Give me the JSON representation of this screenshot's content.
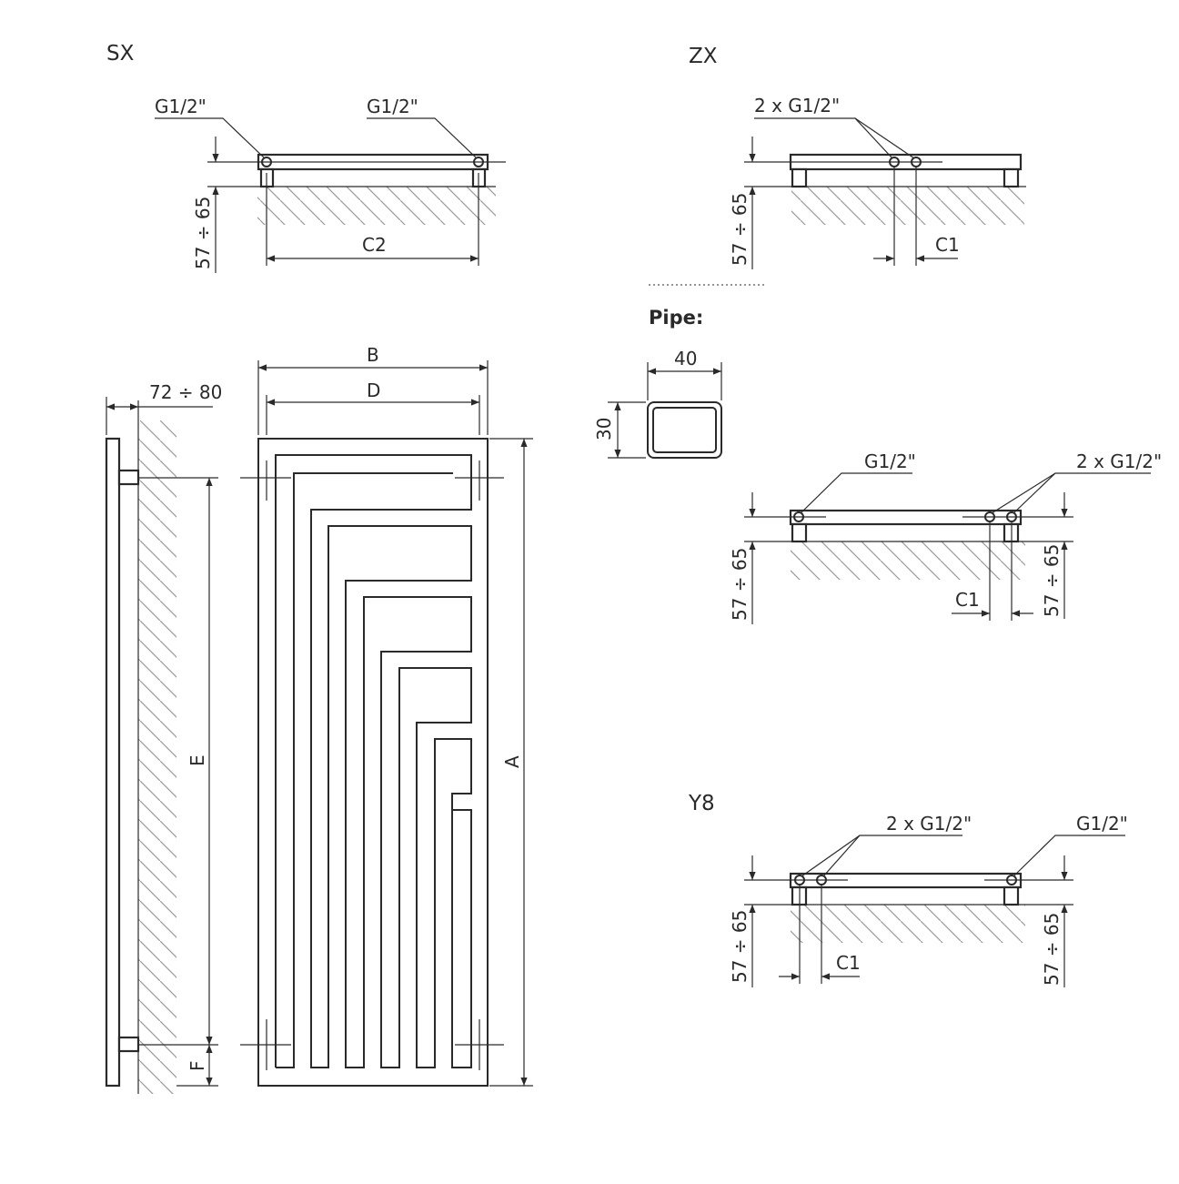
{
  "sections": {
    "sx": {
      "title": "SX",
      "left_port": "G1/2\"",
      "right_port": "G1/2\"",
      "height": "57 ÷ 65",
      "spacing": "C2"
    },
    "zx": {
      "title": "ZX",
      "ports": "2 x G1/2\"",
      "height": "57 ÷ 65",
      "spacing": "C1"
    },
    "pipe": {
      "label": "Pipe:",
      "width": "40",
      "height": "30"
    },
    "mixed": {
      "left_port": "G1/2\"",
      "right_ports": "2 x G1/2\"",
      "height_left": "57 ÷ 65",
      "height_right": "57 ÷ 65",
      "spacing": "C1"
    },
    "y8": {
      "title": "Y8",
      "left_ports": "2 x G1/2\"",
      "right_port": "G1/2\"",
      "height_left": "57 ÷ 65",
      "height_right": "57 ÷ 65",
      "spacing": "C1"
    }
  },
  "side_view": {
    "depth": "72 ÷ 80",
    "e_label": "E",
    "f_label": "F"
  },
  "front_view": {
    "b_label": "B",
    "d_label": "D",
    "a_label": "A"
  }
}
